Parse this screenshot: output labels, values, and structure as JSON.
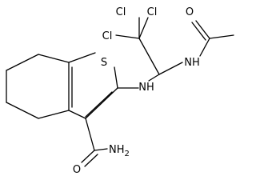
{
  "molecule": {
    "atoms": {
      "cl1": "Cl",
      "cl2": "Cl",
      "cl3": "Cl",
      "o_acetyl": "O",
      "nh_amide": "NH",
      "s_ring": "S",
      "nh_link": "NH",
      "o_carboxamide": "O",
      "nh2_n": "NH",
      "nh2_sub": "2"
    }
  }
}
